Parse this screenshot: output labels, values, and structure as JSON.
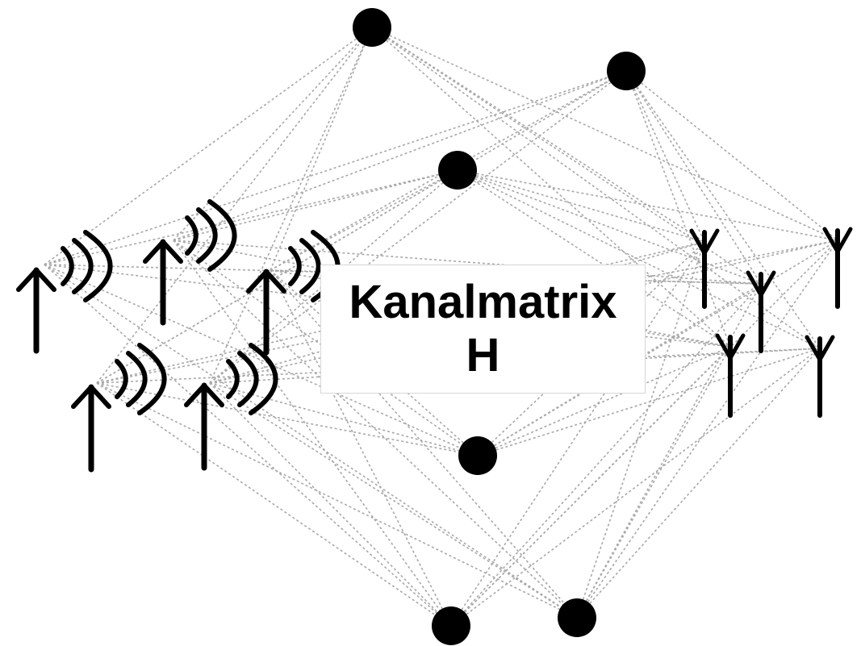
{
  "label": {
    "line1": "Kanalmatrix",
    "line2": "H"
  },
  "colors": {
    "link": "#a8a8a8",
    "ink": "#000000",
    "background": "#ffffff"
  },
  "icons": {
    "transmitter": "transmit-antenna-icon",
    "receiver": "receive-antenna-icon",
    "scatterer": "scatterer-dot"
  }
}
